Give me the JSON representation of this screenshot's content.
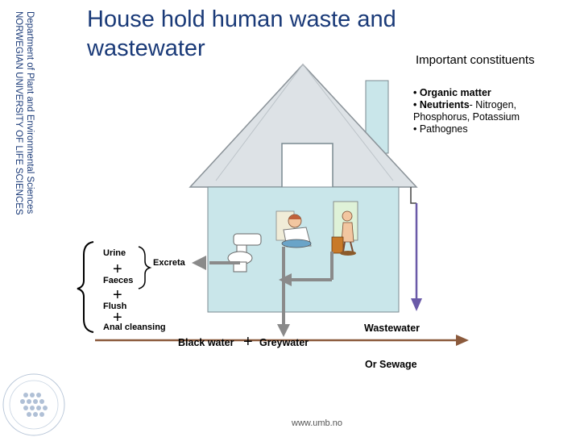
{
  "sidebar": {
    "department": "Department of Plant and Environmental Sciences",
    "university": "NORWEGIAN UNIVERSITY OF LIFE SCIENCES"
  },
  "title": {
    "line1": "House hold human waste and",
    "line2": "wastewater"
  },
  "constituents": {
    "heading": "Important constituents",
    "item1_bold": "• Organic matter",
    "item2_bold": "• Neutrients",
    "item2_rest": "- Nitrogen,",
    "item2_line2": "Phosphorus, Potassium",
    "item3": "• Pathognes"
  },
  "diagram": {
    "urine": "Urine",
    "faeces": "Faeces",
    "flush": "Flush",
    "anal_cleansing": "Anal cleansing",
    "excreta": "Excreta",
    "black_water": "Black water",
    "greywater": "Greywater",
    "wastewater": "Wastewater",
    "or_sewage": "Or Sewage",
    "plus": "+"
  },
  "footer": {
    "url": "www.umb.no"
  },
  "colors": {
    "title_blue": "#1a3a78",
    "house_wall": "#c9e6ea",
    "roof": "#dde2e6",
    "arrow_grey": "#8a8a8a",
    "wastewater_arrow": "#6a5aa8",
    "sewage_arrow": "#8b5a3c"
  }
}
